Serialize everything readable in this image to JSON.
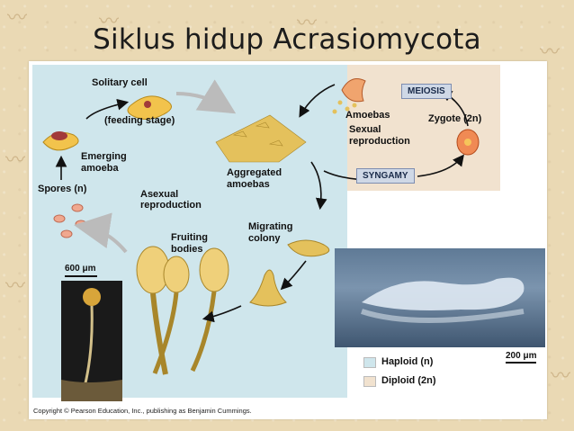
{
  "title": "Siklus hidup Acrasiomycota",
  "labels": {
    "solitary_cell": "Solitary cell",
    "feeding_stage": "(feeding stage)",
    "emerging": "Emerging",
    "amoeba": "amoeba",
    "spores": "Spores (n)",
    "asexual_1": "Asexual",
    "asexual_2": "reproduction",
    "aggregated_1": "Aggregated",
    "aggregated_2": "amoebas",
    "migrating_1": "Migrating",
    "migrating_2": "colony",
    "fruiting_1": "Fruiting",
    "fruiting_2": "bodies",
    "amoebas": "Amoebas",
    "sexual_1": "Sexual",
    "sexual_2": "reproduction",
    "zygote": "Zygote (2n)",
    "meiosis": "MEIOSIS",
    "syngamy": "SYNGAMY",
    "scale_600": "600 μm",
    "scale_200": "200 μm"
  },
  "legend": [
    {
      "label": "Haploid (n)",
      "color": "#cfe6ec"
    },
    {
      "label": "Diploid (2n)",
      "color": "#f1e2cf"
    }
  ],
  "copyright": "Copyright © Pearson Education, Inc., publishing as Benjamin Cummings."
}
